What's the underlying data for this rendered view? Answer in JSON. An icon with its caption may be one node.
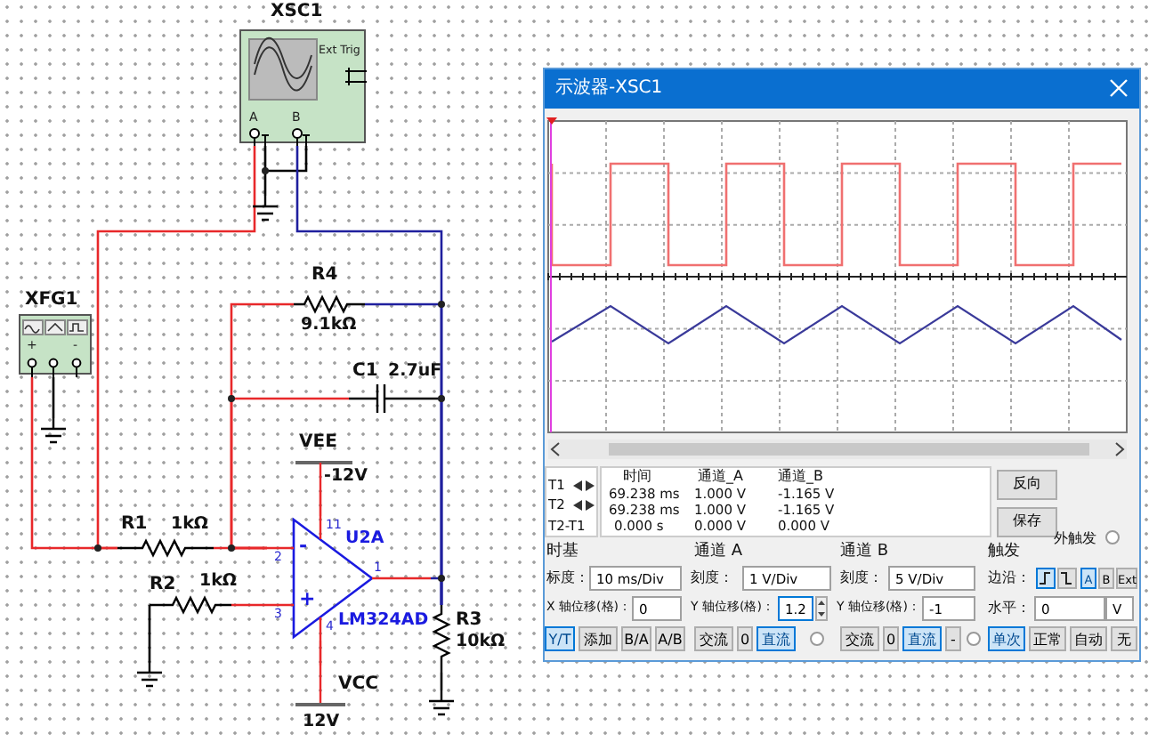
{
  "diagram": {
    "nodes": [
      {
        "text": [
          "XSC1",
          "Ext Trig",
          "A",
          "B"
        ]
      },
      {
        "text": [],
        "shape": "ground"
      },
      {
        "text": [
          "示波器-XSC1"
        ]
      },
      {
        "text": [
          "R4",
          "9.1kΩ"
        ]
      },
      {
        "text": [
          "XFG1",
          "+",
          "-"
        ]
      },
      {
        "text": [
          "C1",
          "2.7uF"
        ]
      },
      {
        "text": [],
        "shape": "ground"
      },
      {
        "text": [
          "VEE",
          "-12V"
        ]
      },
      {
        "text": [
          "R1",
          "1kΩ"
        ]
      },
      {
        "text": [
          "U2A",
          "-",
          "+",
          "LM324AD"
        ]
      },
      {
        "text": [
          "R2",
          "1kΩ"
        ]
      },
      {
        "text": [
          "R3",
          "10kΩ"
        ]
      },
      {
        "text": [],
        "shape": "ground"
      },
      {
        "text": [
          "VCC",
          "12V"
        ]
      },
      {
        "text": [],
        "shape": "ground"
      }
    ],
    "edges": [
      {
        "from": 0,
        "to": 8,
        "arrow": "none",
        "color": "#e8282a"
      },
      {
        "from": 4,
        "to": 8,
        "arrow": "none",
        "color": "#e8282a"
      },
      {
        "from": 0,
        "to": 1,
        "arrow": "none",
        "color": "#000000"
      },
      {
        "from": 8,
        "to": 9,
        "arrow": "none",
        "color": "#e8282a"
      },
      {
        "from": 3,
        "to": 9,
        "arrow": "none",
        "color": "#e8282a"
      },
      {
        "from": 5,
        "to": 9,
        "arrow": "none",
        "color": "#e8282a"
      },
      {
        "from": 0,
        "to": 11,
        "arrow": "none",
        "color": "#1f1f9e"
      },
      {
        "from": 3,
        "to": 11,
        "arrow": "none",
        "color": "#1f1f9e"
      },
      {
        "from": 5,
        "to": 11,
        "arrow": "none",
        "color": "#1f1f9e"
      },
      {
        "from": 9,
        "to": 11,
        "arrow": "none",
        "color": "#1f1f9e"
      },
      {
        "from": 10,
        "to": 9,
        "arrow": "none",
        "color": "#e8282a"
      },
      {
        "from": 10,
        "to": 12,
        "arrow": "none",
        "color": "#000000"
      },
      {
        "from": 4,
        "to": 6,
        "arrow": "none",
        "color": "#000000"
      },
      {
        "from": 11,
        "to": 14,
        "arrow": "none",
        "color": "#000000"
      },
      {
        "from": 7,
        "to": 9,
        "arrow": "none",
        "color": "#e8282a"
      },
      {
        "from": 13,
        "to": 9,
        "arrow": "none",
        "color": "#e8282a"
      }
    ],
    "labels": [
      "11",
      "2",
      "3",
      "1",
      "4",
      "T1",
      "T2",
      "T2-T1",
      "时间",
      "通道_A",
      "通道_B",
      "69.238 ms",
      "1.000 V",
      "-1.165 V",
      "69.238 ms",
      "1.000 V",
      "-1.165 V",
      "0.000 s",
      "0.000 V",
      "0.000 V",
      "反向",
      "保存",
      "外触发",
      "时基",
      "通道 A",
      "通道 B",
      "触发",
      "标度：",
      "10 ms/Div",
      "刻度：",
      "1 V/Div",
      "刻度：",
      "5 V/Div",
      "边沿：",
      "A",
      "B",
      "Ext",
      "X 轴位移(格)：",
      "0",
      "Y 轴位移(格)：",
      "1.2",
      "Y 轴位移(格)：",
      "-1",
      "水平：",
      "0",
      "V",
      "Y/T",
      "添加",
      "B/A",
      "A/B",
      "交流",
      "0",
      "直流",
      "交流",
      "0",
      "直流",
      "-",
      "单次",
      "正常",
      "自动",
      "无"
    ]
  }
}
